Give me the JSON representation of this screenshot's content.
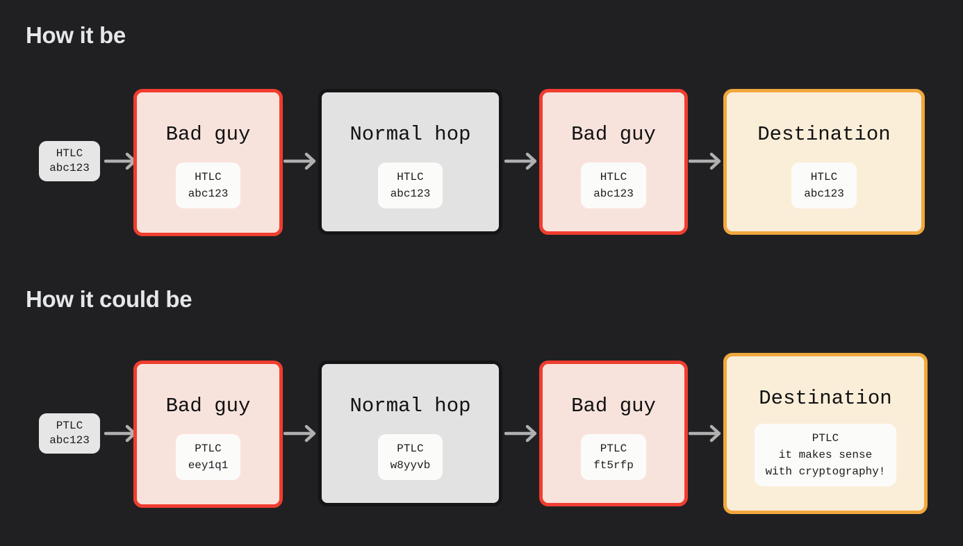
{
  "background_color": "#202022",
  "palette": {
    "bad_fill": "#f8e3dc",
    "bad_border": "#f03d2f",
    "normal_fill": "#e2e2e2",
    "normal_border": "#151517",
    "dest_fill": "#fbeed9",
    "dest_border": "#f0a83d",
    "chip_fill": "#fbfbfa",
    "entry_chip_fill": "#e6e6e6",
    "arrow_color": "#b0b0b0",
    "title_color": "#e6e7ea"
  },
  "sections": [
    {
      "title": "How it be",
      "entry_chip": "HTLC\nabc123",
      "nodes": [
        {
          "kind": "bad",
          "title": "Bad guy",
          "chip": "HTLC\nabc123"
        },
        {
          "kind": "normal",
          "title": "Normal hop",
          "chip": "HTLC\nabc123"
        },
        {
          "kind": "bad",
          "title": "Bad guy",
          "chip": "HTLC\nabc123"
        },
        {
          "kind": "dest",
          "title": "Destination",
          "chip": "HTLC\nabc123"
        }
      ],
      "arrow_count": 4
    },
    {
      "title": "How it could be",
      "entry_chip": "PTLC\nabc123",
      "nodes": [
        {
          "kind": "bad",
          "title": "Bad guy",
          "chip": "PTLC\neey1q1"
        },
        {
          "kind": "normal",
          "title": "Normal hop",
          "chip": "PTLC\nw8yyvb"
        },
        {
          "kind": "bad",
          "title": "Bad guy",
          "chip": "PTLC\nft5rfp"
        },
        {
          "kind": "dest",
          "title": "Destination",
          "chip": "PTLC\nit makes sense\nwith cryptography!"
        }
      ],
      "arrow_count": 4
    }
  ],
  "icons": {
    "arrow": "arrow-right-icon"
  }
}
